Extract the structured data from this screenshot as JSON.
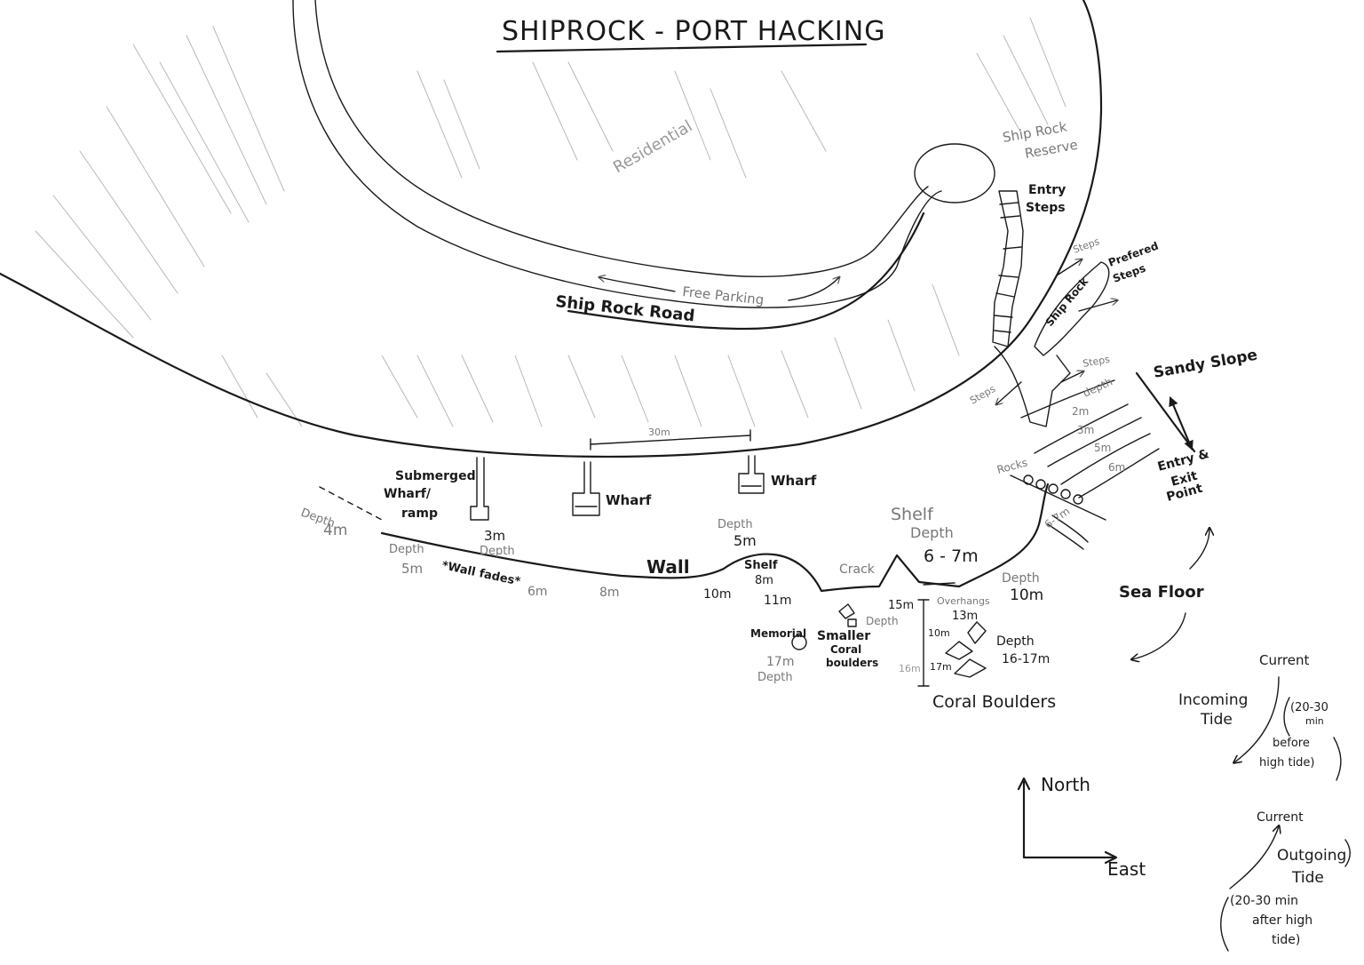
{
  "title": "SHIPROCK - PORT HACKING",
  "areas": {
    "residential": "Residential",
    "reserve_line1": "Ship Rock",
    "reserve_line2": "Reserve",
    "free_parking": "Free Parking",
    "road": "Ship Rock Road",
    "scale": "30m",
    "ship_rock": "Ship Rock"
  },
  "steps": {
    "entry_line1": "Entry",
    "entry_line2": "Steps",
    "steps_upper": "Steps",
    "preferred_line1": "Prefered",
    "preferred_line2": "Steps",
    "steps_mid": "Steps",
    "steps_left": "Steps"
  },
  "structures": {
    "submerged_line1": "Submerged",
    "submerged_line2": "Wharf/",
    "submerged_line3": "ramp",
    "wharf_left": "Wharf",
    "wharf_right": "Wharf"
  },
  "features": {
    "wall": "Wall",
    "wall_fades": "*Wall fades*",
    "shelf_small_line1": "Shelf",
    "shelf_small_line2": "8m",
    "crack": "Crack",
    "shelf_big": "Shelf",
    "shelf_depth": "Depth",
    "shelf_range": "6 - 7m",
    "overhangs": "Overhangs",
    "memorial": "Memorial",
    "smaller_line1": "Smaller",
    "smaller_line2": "Coral",
    "smaller_line3": "boulders",
    "coral_boulders": "Coral Boulders",
    "rocks": "Rocks",
    "sandy_slope": "Sandy Slope",
    "entry_exit_line1": "Entry &",
    "entry_exit_line2": "Exit",
    "entry_exit_line3": "Point",
    "sea_floor": "Sea Floor"
  },
  "depths": {
    "depth_4m_word": "Depth",
    "depth_4m": "4m",
    "depth_5m_word": "Depth",
    "depth_5m": "5m",
    "depth_3m": "3m",
    "depth_3m_word": "Depth",
    "depth_5m_center_word": "Depth",
    "depth_5m_center": "5m",
    "wall_6m": "6m",
    "wall_8m": "8m",
    "wall_10m": "10m",
    "wall_11m": "11m",
    "depth_10m_word": "Depth",
    "depth_10m": "10m",
    "d15m": "15m",
    "d15m_word": "Depth",
    "d13m": "13m",
    "d10m": "10m",
    "d17m": "17m",
    "d16m": "16m",
    "d17m_memorial": "17m",
    "d17m_memorial_word": "Depth",
    "d16_17_word": "Depth",
    "d16_17": "16-17m",
    "slope_depth": "depth",
    "slope_2m": "2m",
    "slope_3m": "3m",
    "slope_5m": "5m",
    "slope_6m": "6m",
    "slope_6_7m": "6-7m"
  },
  "compass": {
    "north": "North",
    "east": "East"
  },
  "tides": {
    "current_in": "Current",
    "incoming_line1": "Incoming",
    "incoming_line2": "Tide",
    "in_note_line1": "(20-30",
    "in_note_line2": "min",
    "in_note_line3": "before",
    "in_note_line4": "high tide)",
    "current_out": "Current",
    "outgoing_line1": "Outgoing",
    "outgoing_line2": "Tide",
    "out_note_line1": "(20-30 min",
    "out_note_line2": "after high",
    "out_note_line3": "tide)"
  }
}
